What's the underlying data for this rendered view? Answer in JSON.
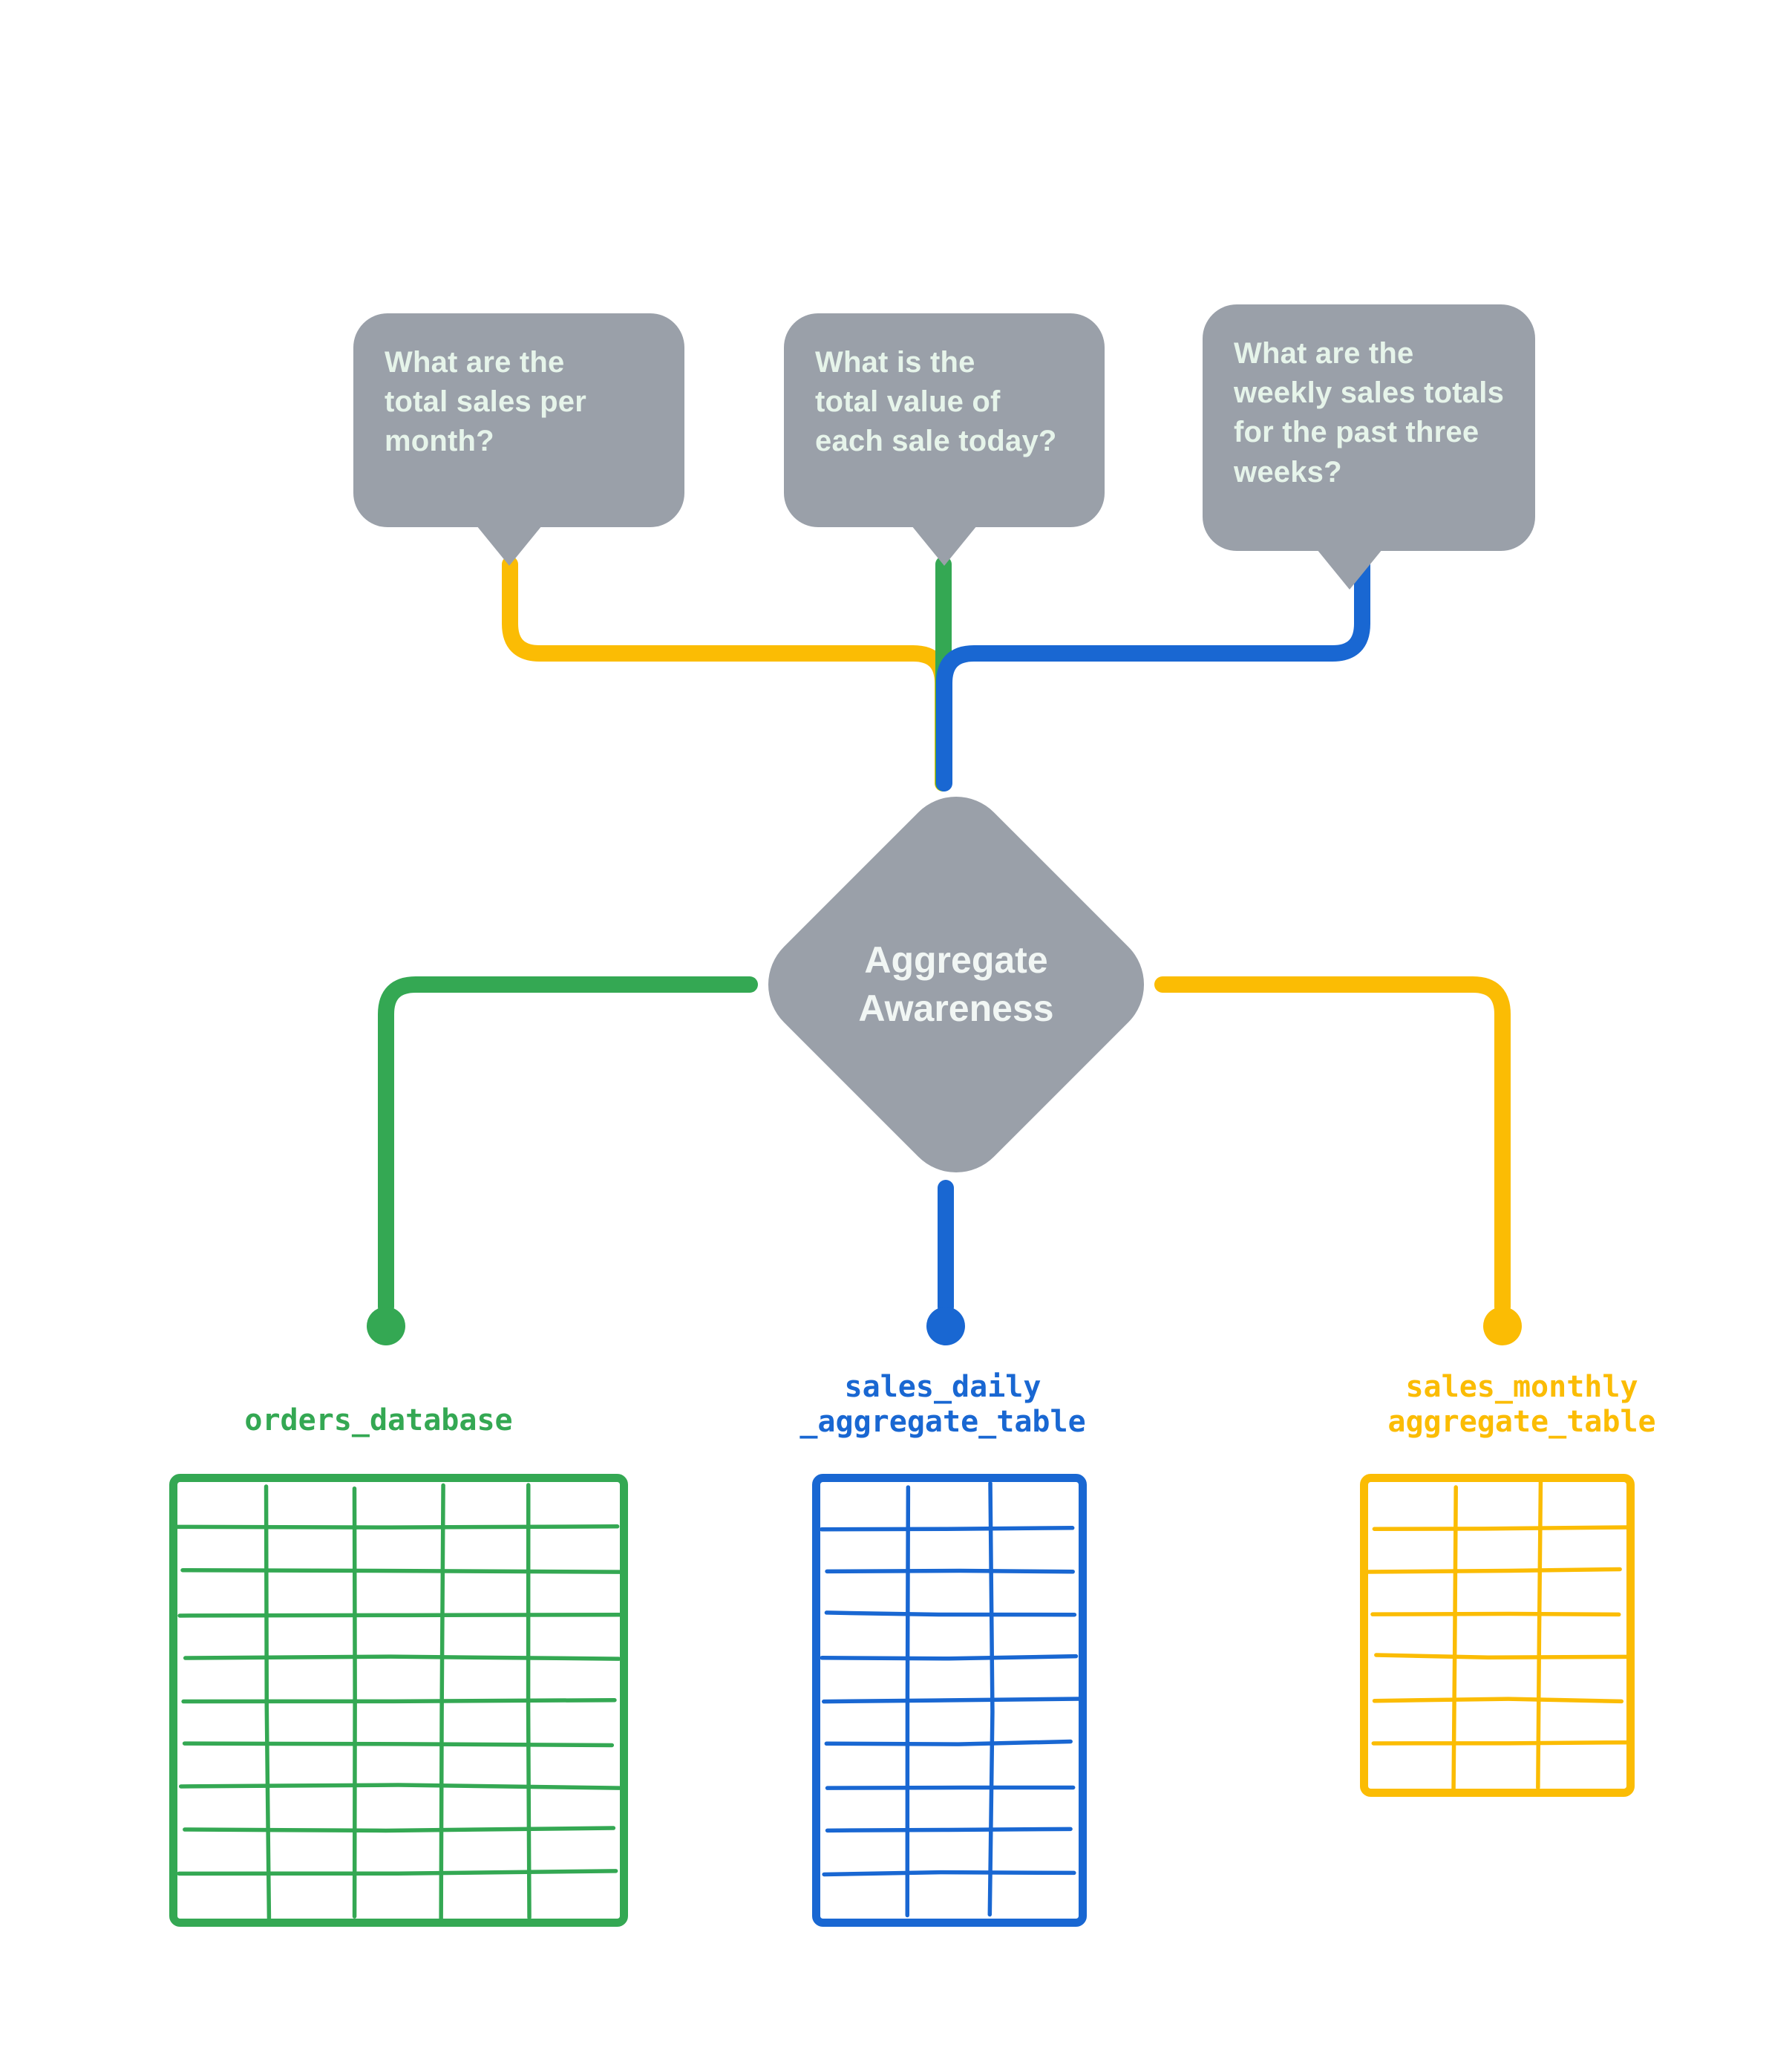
{
  "diagram": {
    "title": "Aggregate Awareness",
    "center_node": {
      "label": "Aggregate\nAwareness",
      "shape": "diamond",
      "fill": "#9AA0A9",
      "text_color": "#F1F6F4"
    },
    "questions": [
      {
        "id": "monthly",
        "text": "What are the\ntotal sales per\nmonth?",
        "connector_color": "#FBBC04",
        "routes_to": "sales_monthly_aggregate_table"
      },
      {
        "id": "daily",
        "text": "What is the\ntotal value of\neach sale today?",
        "connector_color": "#34A853",
        "routes_to": "orders_database"
      },
      {
        "id": "weekly",
        "text": "What are the\nweekly sales totals\nfor the past three\nweeks?",
        "connector_color": "#1967D2",
        "routes_to": "sales_daily_aggregate_table"
      }
    ],
    "tables": [
      {
        "id": "orders",
        "name": "orders_database",
        "color": "#34A853",
        "columns": 5,
        "rows": 10
      },
      {
        "id": "daily",
        "name": "sales_daily\n_aggregate_table",
        "color": "#1967D2",
        "columns": 3,
        "rows": 10
      },
      {
        "id": "monthly",
        "name": "sales_monthly\naggregate_table",
        "color": "#FBBC04",
        "columns": 3,
        "rows": 7
      }
    ],
    "colors": {
      "gray": "#9AA0A9",
      "bubble_text": "#E6F4EA",
      "green": "#34A853",
      "blue": "#1967D2",
      "yellow": "#FBBC04",
      "background": "#FFFFFF"
    }
  }
}
